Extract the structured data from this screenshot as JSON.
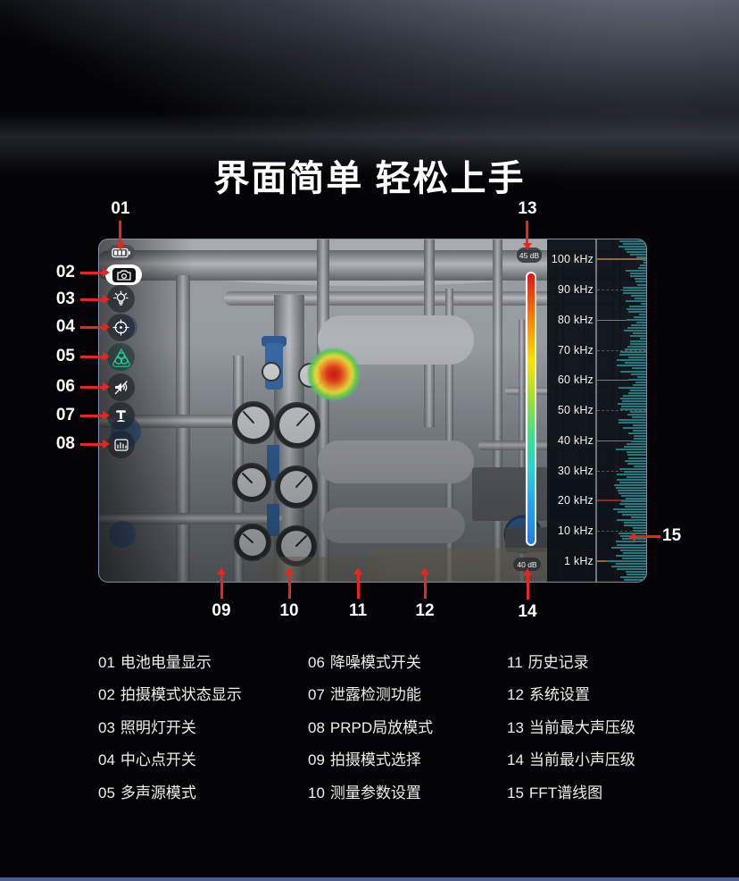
{
  "title": "界面简单 轻松上手",
  "screen": {
    "max_db": "45 dB",
    "min_db": "40 dB",
    "freq_labels": [
      "100 kHz",
      "90 kHz",
      "80 kHz",
      "70 kHz",
      "60 kHz",
      "50 kHz",
      "40 kHz",
      "30 kHz",
      "20 kHz",
      "10 kHz",
      "1 kHz"
    ],
    "grid_styles": [
      "orange",
      "dashed",
      "solid",
      "dashed",
      "solid",
      "dashed",
      "solid",
      "dashed",
      "red",
      "dashed",
      "orange"
    ],
    "sidebar_icons": [
      "battery",
      "camera-mode",
      "flashlight",
      "center-point",
      "multi-source",
      "noise-reduction",
      "leak-detection",
      "prpd"
    ]
  },
  "callouts": [
    "01",
    "02",
    "03",
    "04",
    "05",
    "06",
    "07",
    "08",
    "09",
    "10",
    "11",
    "12",
    "13",
    "14",
    "15"
  ],
  "legend": {
    "col1": [
      {
        "n": "01",
        "t": "电池电量显示"
      },
      {
        "n": "02",
        "t": "拍摄模式状态显示"
      },
      {
        "n": "03",
        "t": "照明灯开关"
      },
      {
        "n": "04",
        "t": "中心点开关"
      },
      {
        "n": "05",
        "t": "多声源模式"
      }
    ],
    "col2": [
      {
        "n": "06",
        "t": "降噪模式开关"
      },
      {
        "n": "07",
        "t": "泄露检测功能"
      },
      {
        "n": "08",
        "t": "PRPD局放模式"
      },
      {
        "n": "09",
        "t": "拍摄模式选择"
      },
      {
        "n": "10",
        "t": "测量参数设置"
      }
    ],
    "col3": [
      {
        "n": "11",
        "t": "历史记录"
      },
      {
        "n": "12",
        "t": "系统设置"
      },
      {
        "n": "13",
        "t": "当前最大声压级"
      },
      {
        "n": "14",
        "t": "当前最小声压级"
      },
      {
        "n": "15",
        "t": "FFT谱线图"
      }
    ]
  },
  "fft": {
    "bar_count": 126,
    "max_width": 52,
    "envelope": [
      0.55,
      0.2,
      0.28,
      0.38,
      0.25,
      0.42,
      0.3,
      0.52,
      0.38,
      0.45,
      0.52,
      0.38,
      0.48,
      0.42,
      0.55,
      0.65,
      0.5,
      0.42,
      0.6,
      0.72,
      0.5
    ]
  },
  "colors": {
    "accent_red": "#e8251f",
    "fft_teal": "#23797b",
    "line_red": "#9b2420",
    "line_orange": "#a97a28",
    "bottom_strip": "#4a5a94"
  }
}
